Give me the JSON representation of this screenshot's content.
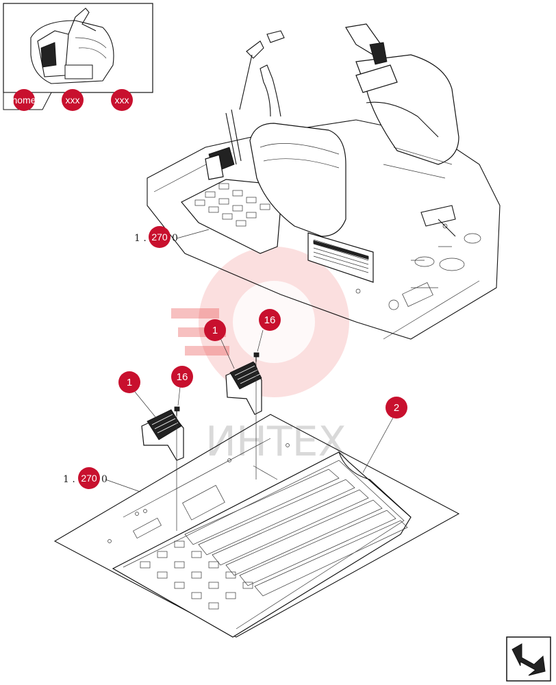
{
  "nav": {
    "home_label": "home",
    "crumb1_label": "xxx",
    "crumb2_label": "xxx"
  },
  "references": {
    "upper_prefix": "1 . .",
    "upper_code": "270",
    "upper_suffix": "0",
    "lower_prefix": "1 . .",
    "lower_code": "270",
    "lower_suffix": "0"
  },
  "callouts": {
    "left_mat": "1",
    "left_bolt": "16",
    "right_mat": "1",
    "right_bolt": "16",
    "floor_mat": "2"
  },
  "watermark": {
    "text": "ИНТЕХ"
  },
  "colors": {
    "callout": "#c8102e",
    "watermark": "#e84a4a"
  },
  "icons": {
    "next": "return-arrow-icon"
  }
}
